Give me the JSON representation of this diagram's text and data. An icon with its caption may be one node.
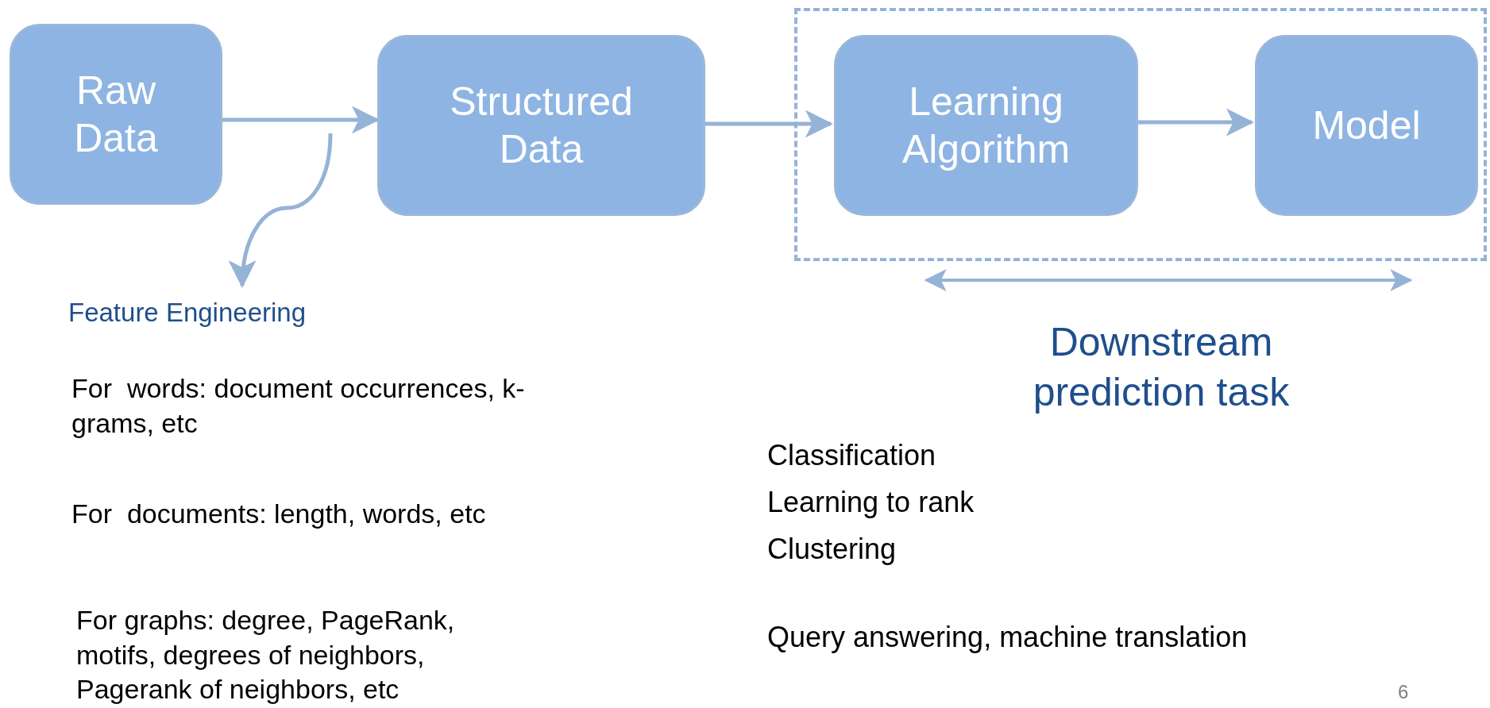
{
  "diagram": {
    "nodes": [
      {
        "text": [
          "Raw Data"
        ]
      },
      {
        "text": [
          "Structured Data"
        ]
      },
      {
        "text": [],
        "shape": "box"
      },
      {
        "text": [
          "Learning Algorithm"
        ],
        "in": 2
      },
      {
        "text": [
          "Model"
        ],
        "in": 2
      },
      {
        "text": [
          "Feature Engineering"
        ]
      }
    ],
    "edges": [
      {
        "from": 0,
        "to": 1,
        "arrow": "to"
      },
      {
        "from": 1,
        "to": 3,
        "arrow": "to"
      },
      {
        "from": 3,
        "to": 4,
        "arrow": "to"
      },
      {
        "from": null,
        "to": 5,
        "arrow": "to"
      }
    ],
    "labels": [
      "Downstream prediction task",
      "For  words: document occurrences, k-grams, etc",
      "For  documents: length, words, etc",
      "For graphs: degree, PageRank, motifs, degrees of neighbors, Pagerank of neighbors, etc",
      "Classification",
      "Learning to rank",
      "Clustering",
      "Query answering, machine translation",
      "6"
    ]
  }
}
